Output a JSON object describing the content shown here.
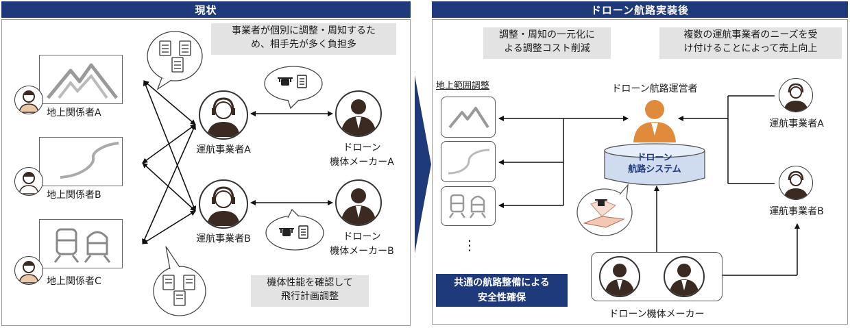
{
  "left": {
    "header": "現状",
    "note_top": [
      "事業者が個別に調整・周知するた",
      "め、相手先が多く負担多"
    ],
    "note_bottom": [
      "機体性能を確認して",
      "飛行計画調整"
    ],
    "ground": [
      {
        "label": "地上関係者A"
      },
      {
        "label": "地上関係者B"
      },
      {
        "label": "地上関係者C"
      }
    ],
    "operators": [
      {
        "label": "運航事業者A"
      },
      {
        "label": "運航事業者B"
      }
    ],
    "makers": [
      {
        "label": [
          "ドローン",
          "機体メーカーA"
        ]
      },
      {
        "label": [
          "ドローン",
          "機体メーカーB"
        ]
      }
    ]
  },
  "right": {
    "header": "ドローン航路実装後",
    "note_left": [
      "調整・周知の一元化に",
      "よる調整コスト削減"
    ],
    "note_right": [
      "複数の運航事業者のニーズを受",
      "け付けることによって売上向上"
    ],
    "ground_title": "地上範囲調整",
    "ellipsis": "⋮",
    "operator_label": "ドローン航路運営者",
    "system_label": [
      "ドローン",
      "航路システム"
    ],
    "operators": [
      {
        "label": "運航事業者A"
      },
      {
        "label": "運航事業者B"
      }
    ],
    "maker_label": "ドローン機体メーカー",
    "safety_box": [
      "共通の航路整備による",
      "安全性確保"
    ]
  },
  "colors": {
    "header": "#1f3a7a",
    "note_bg": "#e3e3e3",
    "person_orange": "#e08a3c",
    "person_dark": "#3a2a22",
    "cylinder": "#cfdcf0"
  },
  "icons": {
    "mountain": "mountain-icon",
    "road": "road-icon",
    "train": "train-icon",
    "drone": "drone-icon",
    "document": "document-icon",
    "headset_person": "headset-operator-icon",
    "business_person": "businessman-icon"
  }
}
